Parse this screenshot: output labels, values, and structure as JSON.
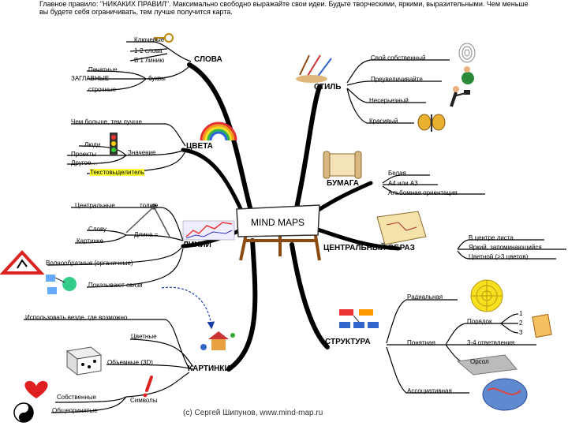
{
  "header": {
    "text": "Главное правило: \"НИКАКИХ ПРАВИЛ\". Максимально свободно выражайте свои идеи. Будьте творческими, яркими, выразительными. Чем меньше вы будете себя ограничивать, тем лучше получится карта."
  },
  "center": {
    "label": "MIND MAPS"
  },
  "branches": {
    "slova": {
      "title": "СЛОВА",
      "key": "Ключевые",
      "one_two": "1-2 слова",
      "one_line": "В 1 линию",
      "printed": "Печатные",
      "caps": "ЗАГЛАВНЫЕ",
      "letters": "буквы",
      "lower": "строчные"
    },
    "cveta": {
      "title": "ЦВЕТА",
      "more_better": "Чем больше, тем лучше",
      "people": "Люди",
      "projects": "Проекты",
      "other": "Другое…",
      "meaning": "Значение",
      "highlighter": "Текстовыделитель"
    },
    "linii": {
      "title": "ЛИНИИ",
      "central": "Центральные",
      "thicker": "толще",
      "word": "Слову",
      "picture": "Картинке",
      "length": "Длина =",
      "wavy": "Волнообразные (органичные)",
      "show_links": "Показывают связи"
    },
    "kartinki": {
      "title": "КАРТИНКИ",
      "use_everywhere": "Использовать везде, где возможно",
      "colored": "Цветные",
      "volume": "Объемные (3D)",
      "own": "Собственные",
      "common": "Общепринятые",
      "symbols": "Символы"
    },
    "stil": {
      "title": "СТИЛЬ",
      "own": "Свой собственный",
      "exaggerate": "Преувеличивайте",
      "unserious": "Несерьезный",
      "beautiful": "Красивый"
    },
    "bumaga": {
      "title": "БУМАГА",
      "white": "Белая",
      "a4_a3": "А4 или А3",
      "album": "Альбомная ориентация"
    },
    "obraz": {
      "title": "ЦЕНТРАЛЬНЫЙ ОБРАЗ",
      "center": "В центре листа",
      "bright": "Яркий, запоминающийся",
      "colored": "Цветной (>3 цветов)"
    },
    "struktura": {
      "title": "СТРУКТУРА",
      "radial": "Радиальная",
      "clear": "Понятная",
      "order": "Порядок",
      "branches_3_4": "3-4 ответвления",
      "orsol": "Орсол",
      "associative": "Ассоциативная",
      "n1": "1",
      "n2": "2",
      "n3": "3"
    }
  },
  "footer": {
    "text": "(с) Сергей Шипунов, www.mind-map.ru"
  },
  "colors": {
    "highlight": "#ffff33",
    "line": "#000000",
    "arrow": "#1a3fa8"
  }
}
